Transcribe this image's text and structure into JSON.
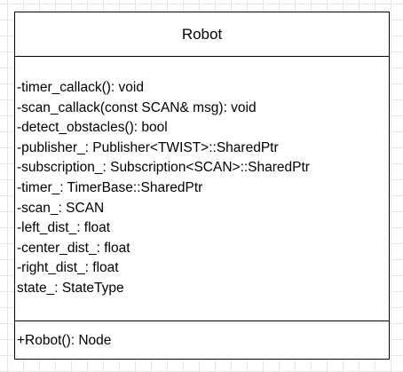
{
  "class": {
    "name": "Robot",
    "members": [
      "-timer_callack(): void",
      "-scan_callack(const SCAN& msg): void",
      "-detect_obstacles(): bool",
      "-publisher_: Publisher<TWIST>::SharedPtr",
      "-subscription_: Subscription<SCAN>::SharedPtr",
      "-timer_: TimerBase::SharedPtr",
      "-scan_: SCAN",
      "-left_dist_: float",
      "-center_dist_: float",
      "-right_dist_: float",
      "state_: StateType"
    ],
    "operations": [
      "+Robot(): Node"
    ]
  }
}
